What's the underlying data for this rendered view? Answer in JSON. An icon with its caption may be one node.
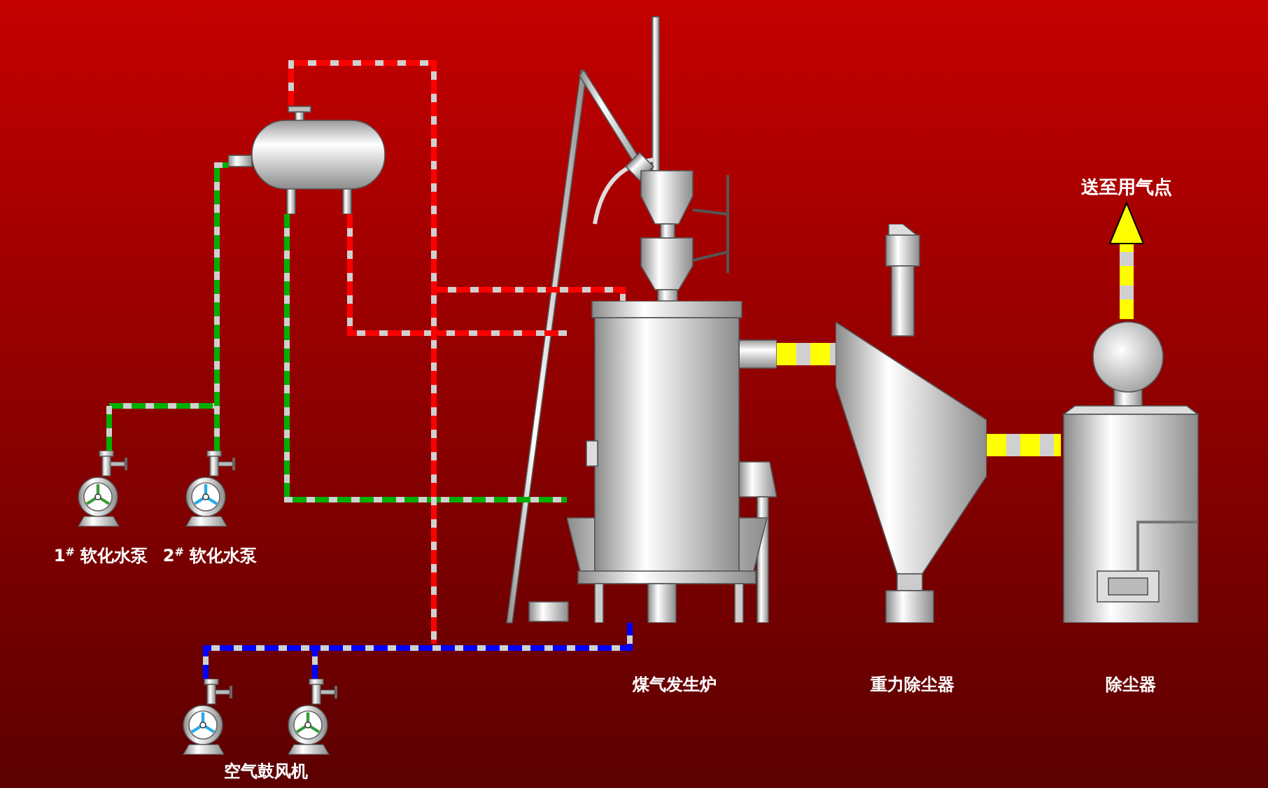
{
  "diagram": {
    "nodes": [
      {
        "text": [],
        "shape": "cylinder"
      },
      {
        "text": [],
        "shape": "picture",
        "beside": [
          "1$^{#}$ 软化水泵"
        ]
      },
      {
        "text": [],
        "shape": "picture",
        "beside": [
          "2$^{#}$ 软化水泵"
        ]
      },
      {
        "text": [],
        "shape": "picture",
        "beside": [
          "煤气发生炉"
        ]
      },
      {
        "text": [],
        "shape": "picture",
        "beside": [
          "重力除尘器"
        ]
      },
      {
        "text": [],
        "shape": "picture",
        "beside": [
          "除尘器"
        ]
      },
      {
        "text": [],
        "shape": "picture"
      },
      {
        "text": [],
        "shape": "picture"
      },
      {
        "text": [
          "送至用气点"
        ]
      }
    ],
    "edges": [
      {
        "from": 1,
        "to": 0,
        "arrow": "none",
        "style": "dashed",
        "color": "#00b000"
      },
      {
        "from": 2,
        "to": 0,
        "arrow": "none",
        "style": "dashed",
        "color": "#00b000"
      },
      {
        "from": 0,
        "to": 3,
        "arrow": "none",
        "style": "dashed",
        "color": "#00b000"
      },
      {
        "from": 0,
        "to": 3,
        "arrow": "none",
        "style": "dashed",
        "color": "#ff0000"
      },
      {
        "from": 0,
        "to": 3,
        "arrow": "none",
        "style": "dashed",
        "color": "#ff0000"
      },
      {
        "from": 6,
        "to": 3,
        "arrow": "none",
        "style": "dashed",
        "color": "#0000ff"
      },
      {
        "from": 7,
        "to": 3,
        "arrow": "none",
        "style": "dashed",
        "color": "#0000ff"
      },
      {
        "from": 3,
        "to": 4,
        "arrow": "none",
        "style": "thick",
        "color": "#ffff00"
      },
      {
        "from": 4,
        "to": 5,
        "arrow": "none",
        "style": "thick",
        "color": "#ffff00"
      },
      {
        "from": 5,
        "to": 8,
        "arrow": "to",
        "style": "thick",
        "color": "#ffff00"
      }
    ],
    "labels": [
      "空气鼓风机"
    ]
  }
}
